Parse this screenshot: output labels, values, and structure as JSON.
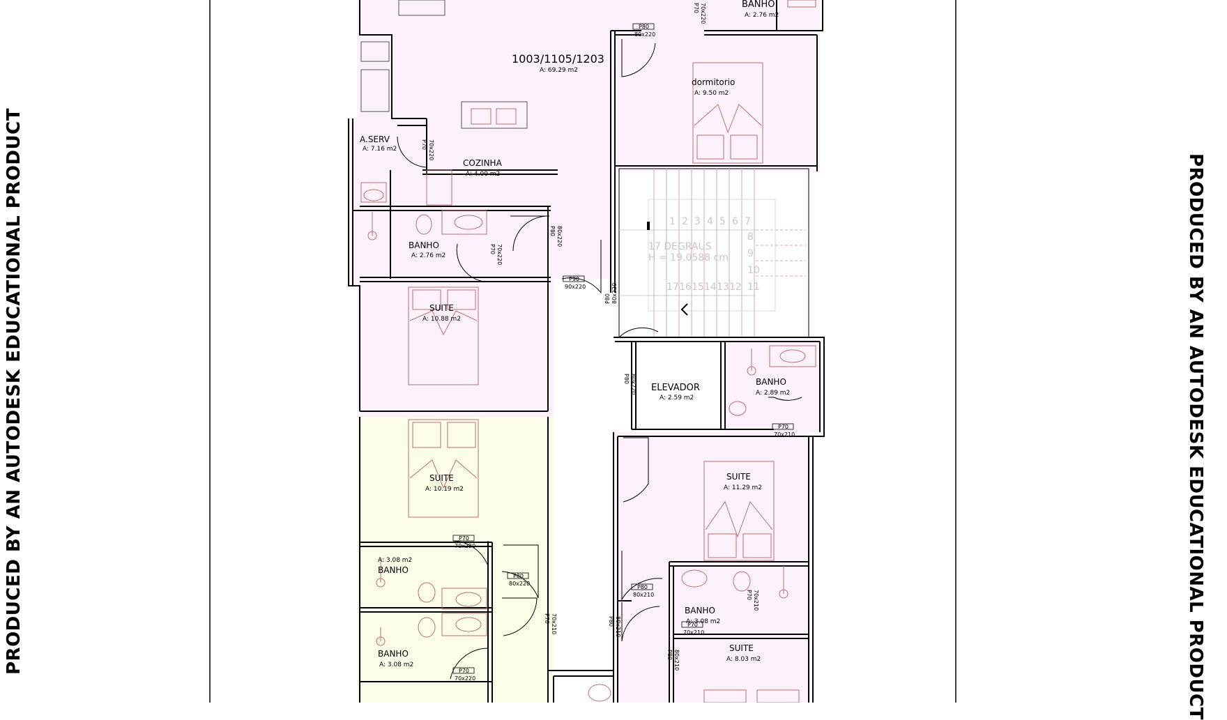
{
  "watermark": {
    "left": "PRODUCED BY AN AUTODESK EDUCATIONAL PRODUCT",
    "right": "PRODUCED BY AN AUTODESK EDUCATIONAL PRODUCT"
  },
  "colors": {
    "apartment_pink": "#fdf1fb",
    "apartment_yellow": "#fcfde8",
    "wall": "#000000",
    "furniture": "#c07070"
  },
  "rooms": {
    "unit": "1003/1105/1203",
    "unit_area": "A: 69.29 m2",
    "banho_top": "BANHO",
    "banho_top_area": "A: 2.76 m2",
    "dormitorio": "dormitorio",
    "dormitorio_area": "A: 9.50 m2",
    "aserv": "A.SERV",
    "aserv_area": "A: 7.16 m2",
    "cozinha": "COZINHA",
    "cozinha_area": "A: 4.00 m2",
    "banho_left": "BANHO",
    "banho_left_area": "A: 2.76 m2",
    "suite_left": "SUITE",
    "suite_left_area": "A: 10.88 m2",
    "stairs": "17 DEGRAUS",
    "stairs_height": "H = 19.0588 cm",
    "elevador": "ELEVADOR",
    "elevador_area": "A: 2.59 m2",
    "banho_elev": "BANHO",
    "banho_elev_area": "A: 2.89 m2",
    "suite_yellow": "SUITE",
    "suite_yellow_area": "A: 10.19 m2",
    "banho_y1": "BANHO",
    "banho_y1_area": "A: 3.08 m2",
    "banho_y2": "BANHO",
    "banho_y2_area": "A: 3.08 m2",
    "suite_right": "SUITE",
    "suite_right_area": "A: 11.29 m2",
    "banho_right": "BANHO",
    "banho_right_area": "A: 3.08 m2",
    "suite_right2": "SUITE",
    "suite_right2_area": "A: 8.03 m2"
  },
  "doors": {
    "d1": "P80",
    "d1s": "80x220",
    "d2": "P70",
    "d2s": "70x220",
    "d3": "P80",
    "d3s": "80x220",
    "d4": "P70",
    "d4s": "70x220",
    "d5": "P90",
    "d5s": "90x220",
    "d6": "P80",
    "d6s": "80x220",
    "d7": "P80",
    "d7s": "80x220",
    "d8": "P70",
    "d8s": "70x210",
    "d9": "P70",
    "d9s": "70x220",
    "d10": "P80",
    "d10s": "80x220",
    "d11": "P80",
    "d11s": "80x210",
    "d12": "P70",
    "d12s": "70x220",
    "d13": "P80",
    "d13s": "80x210",
    "d14": "P70",
    "d14s": "70x210",
    "d15": "P70",
    "d15s": "70x210",
    "d16": "P70",
    "d16s": "70x220",
    "d17": "P80",
    "d17s": "80x210",
    "d18": "P70",
    "d18s": "70x210"
  },
  "steps": {
    "top": [
      "1",
      "2",
      "3",
      "4",
      "5",
      "6",
      "7"
    ],
    "right": [
      "8",
      "9",
      "10"
    ],
    "bottom": [
      "17",
      "16",
      "15",
      "14",
      "13",
      "12",
      "11"
    ]
  }
}
